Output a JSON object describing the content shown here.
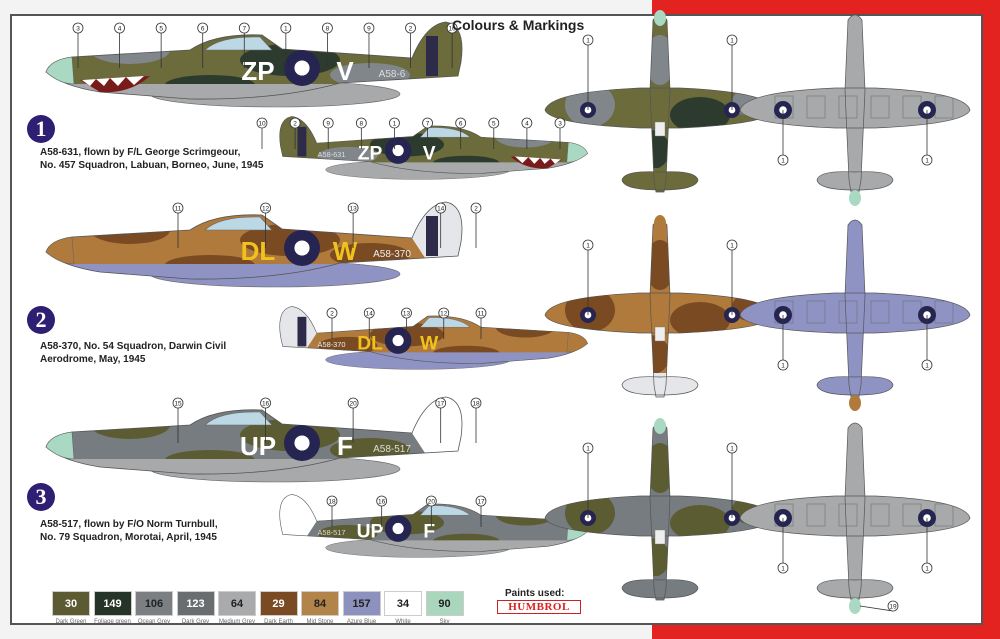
{
  "title": "Colours & Markings",
  "aircraft": [
    {
      "number": "1",
      "caption_line1": "A58-631, flown by F/L George Scrimgeour,",
      "caption_line2": "No. 457 Squadron, Labuan, Borneo, June, 1945",
      "codes": "ZP",
      "letter": "V",
      "serial": "A58-631",
      "serial_large": "A58-6",
      "code_color": "#ffffff",
      "upper": "#6b6b3c",
      "camo": [
        "#80868a",
        "#2d3b2e"
      ],
      "under": "#a7a9ab",
      "spinner": "#a9d9c2",
      "tail": "#6b6b3c",
      "fin_flash": "#2d2a4a",
      "shark_mouth": true,
      "callouts_side_large": [
        "3",
        "4",
        "5",
        "6",
        "7",
        "1",
        "8",
        "9",
        "2",
        "10"
      ],
      "callouts_side_small": [
        "10",
        "2",
        "9",
        "8",
        "1",
        "7",
        "6",
        "5",
        "4",
        "3"
      ],
      "callouts_top": [
        "1",
        "1"
      ],
      "callouts_bottom": [
        "1",
        "1"
      ]
    },
    {
      "number": "2",
      "caption_line1": "A58-370, No. 54 Squadron, Darwin Civil",
      "caption_line2": "Aerodrome, May, 1945",
      "codes": "DL",
      "letter": "W",
      "serial": "A58-370",
      "serial_large": "A58-370",
      "code_color": "#f2c21c",
      "upper": "#b07a3c",
      "camo": [
        "#7a4b22",
        "#7a4b22"
      ],
      "under": "#8f93c4",
      "spinner": "#b07a3c",
      "tail": "#e4e6ea",
      "fin_flash": "#2d2a4a",
      "shark_mouth": false,
      "callouts_side_large": [
        "11",
        "12",
        "13",
        "14",
        "2"
      ],
      "callouts_side_small": [
        "2",
        "14",
        "13",
        "12",
        "11"
      ],
      "callouts_top": [
        "1",
        "1"
      ],
      "callouts_bottom": [
        "1",
        "1"
      ]
    },
    {
      "number": "3",
      "caption_line1": "A58-517, flown by F/O Norm Turnbull,",
      "caption_line2": "No. 79 Squadron, Morotai, April, 1945",
      "codes": "UP",
      "letter": "F",
      "serial": "A58-517",
      "serial_large": "A58-517",
      "code_color": "#ffffff",
      "upper": "#767c80",
      "camo": [
        "#5c5c32",
        "#5c5c32"
      ],
      "under": "#a7a9ab",
      "spinner": "#a9d9c2",
      "tail": "#ffffff",
      "fin_flash": "#ffffff",
      "shark_mouth": false,
      "callouts_side_large": [
        "15",
        "16",
        "20",
        "17",
        "18"
      ],
      "callouts_side_small": [
        "18",
        "16",
        "20",
        "17"
      ],
      "callouts_top": [
        "1",
        "1"
      ],
      "callouts_bottom": [
        "1",
        "19",
        "1"
      ]
    }
  ],
  "roundel": {
    "outer": "#262450",
    "inner": "#ffffff"
  },
  "paints_label": "Paints used:",
  "brand": "HUMBROL",
  "paints": [
    {
      "code": "30",
      "name": "Dark Green",
      "color": "#5b5a33",
      "text": "#ffffff"
    },
    {
      "code": "149",
      "name": "Foliage green",
      "color": "#253427",
      "text": "#ffffff"
    },
    {
      "code": "106",
      "name": "Ocean Grey",
      "color": "#7c7f81",
      "text": "#222222"
    },
    {
      "code": "123",
      "name": "Dark Grey",
      "color": "#6a6d70",
      "text": "#ffffff"
    },
    {
      "code": "64",
      "name": "Medium Grey",
      "color": "#a8aaab",
      "text": "#222222"
    },
    {
      "code": "29",
      "name": "Dark Earth",
      "color": "#7a4a22",
      "text": "#ffffff"
    },
    {
      "code": "84",
      "name": "Mid Stone",
      "color": "#b38449",
      "text": "#222222"
    },
    {
      "code": "157",
      "name": "Azure Blue",
      "color": "#8d91bd",
      "text": "#222222"
    },
    {
      "code": "34",
      "name": "White",
      "color": "#ffffff",
      "text": "#222222"
    },
    {
      "code": "90",
      "name": "Sky",
      "color": "#a9d6bd",
      "text": "#222222"
    }
  ]
}
